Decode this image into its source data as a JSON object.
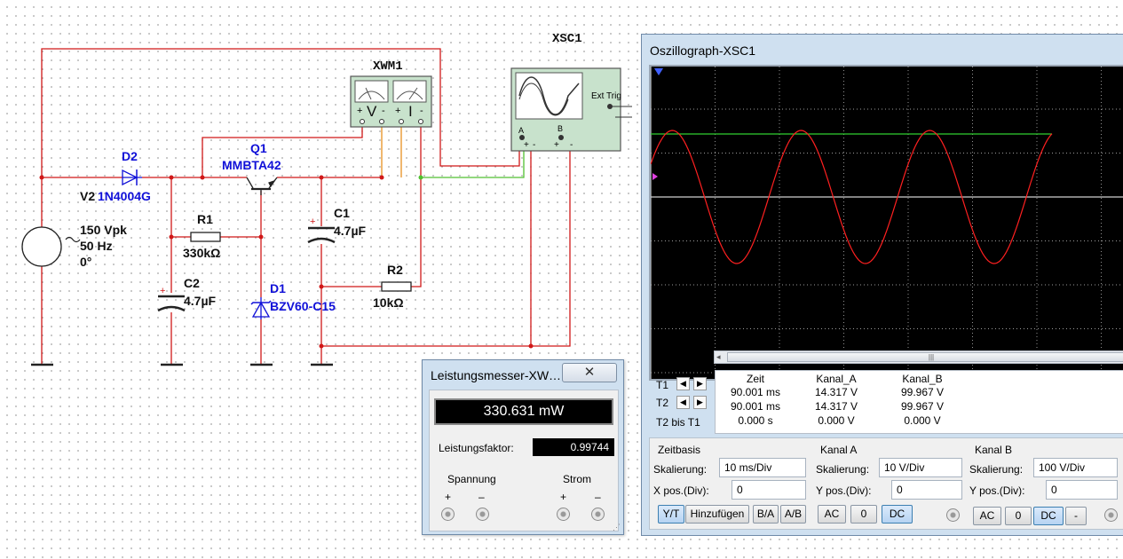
{
  "schematic": {
    "source": {
      "name": "V2",
      "amplitude": "150 Vpk",
      "frequency": "50 Hz",
      "phase": "0°"
    },
    "d2": {
      "name": "D2",
      "part": "1N4004G"
    },
    "q1": {
      "name": "Q1",
      "part": "MMBTA42"
    },
    "r1": {
      "name": "R1",
      "value": "330kΩ"
    },
    "c2": {
      "name": "C2",
      "value": "4.7µF"
    },
    "d1": {
      "name": "D1",
      "part": "BZV60-C15"
    },
    "c1": {
      "name": "C1",
      "value": "4.7µF"
    },
    "r2": {
      "name": "R2",
      "value": "10kΩ"
    },
    "wattmeter": {
      "name": "XWM1",
      "v_label": "V",
      "i_label": "I"
    },
    "scope": {
      "name": "XSC1",
      "ext_trig": "Ext Trig",
      "a": "A",
      "b": "B"
    }
  },
  "power_meter": {
    "title": "Leistungsmesser-XW…",
    "close": "✕",
    "reading": "330.631 mW",
    "pf_label": "Leistungsfaktor:",
    "pf_value": "0.99744",
    "voltage_label": "Spannung",
    "current_label": "Strom",
    "plus": "+",
    "minus": "–"
  },
  "oscilloscope": {
    "title": "Oszillograph-XSC1",
    "headers": {
      "time": "Zeit",
      "ch_a": "Kanal_A",
      "ch_b": "Kanal_B"
    },
    "rows": [
      {
        "label": "T1",
        "time": "90.001 ms",
        "a": "14.317 V",
        "b": "99.967 V"
      },
      {
        "label": "T2",
        "time": "90.001 ms",
        "a": "14.317 V",
        "b": "99.967 V"
      },
      {
        "label": "T2 bis T1",
        "time": "0.000 s",
        "a": "0.000 V",
        "b": "0.000 V"
      }
    ],
    "timebase": {
      "title": "Zeitbasis",
      "scale_label": "Skalierung:",
      "scale": "10 ms/Div",
      "pos_label": "X pos.(Div):",
      "pos": "0",
      "buttons": [
        "Y/T",
        "Hinzufügen",
        "B/A",
        "A/B"
      ]
    },
    "channel_a": {
      "title": "Kanal A",
      "scale_label": "Skalierung:",
      "scale": "10  V/Div",
      "pos_label": "Y pos.(Div):",
      "pos": "0",
      "buttons": [
        "AC",
        "0",
        "DC"
      ]
    },
    "channel_b": {
      "title": "Kanal B",
      "scale_label": "Skalierung:",
      "scale": "100  V/Div",
      "pos_label": "Y pos.(Div):",
      "pos": "0",
      "buttons": [
        "AC",
        "0",
        "DC",
        "-"
      ]
    },
    "trace_colors": {
      "channel_a": "#ff2020",
      "channel_b": "#30d030",
      "grid": "#d0d0d0"
    }
  }
}
